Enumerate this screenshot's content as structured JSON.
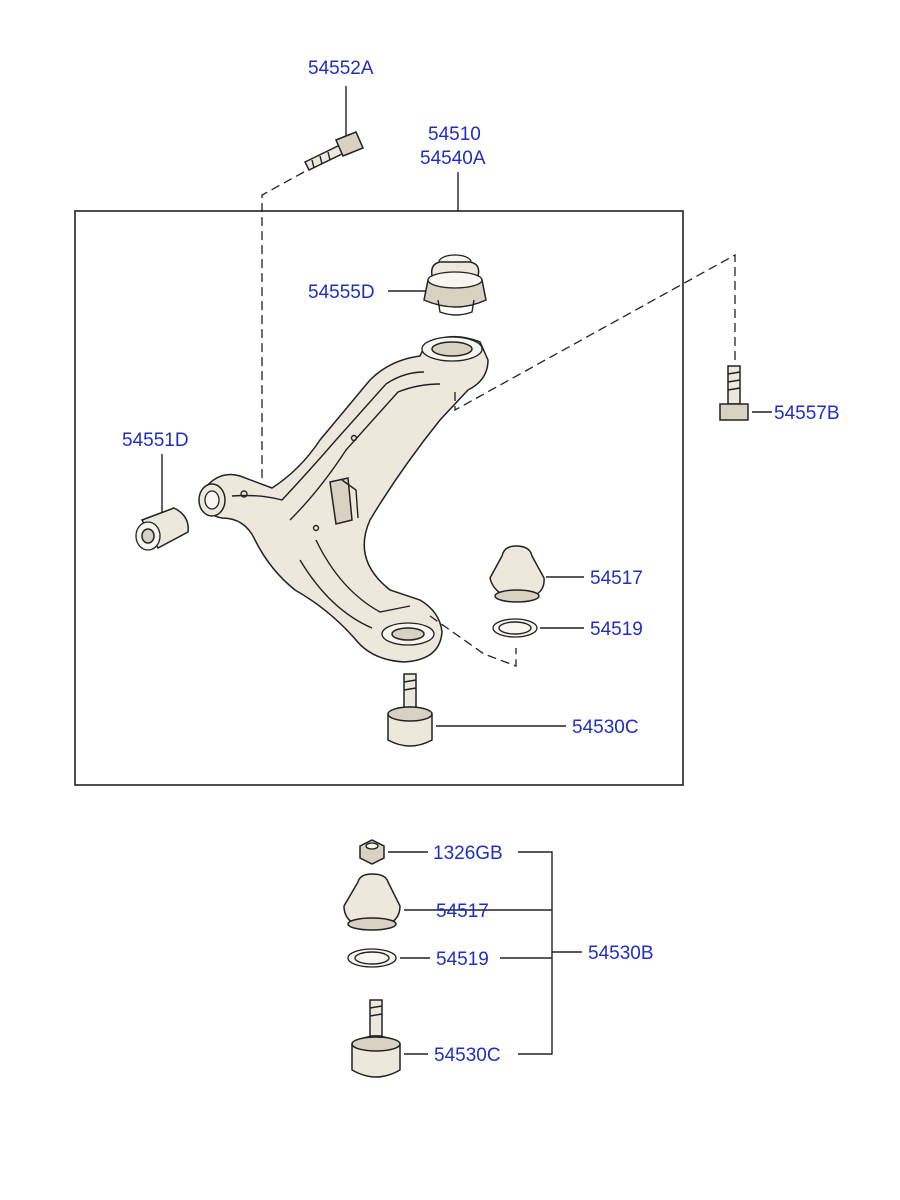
{
  "labels": {
    "top_bolt": "54552A",
    "arm_line1": "54510",
    "arm_line2": "54540A",
    "bushing_rear": "54555D",
    "bolt_right": "54557B",
    "bushing_front": "54551D",
    "dust_cover": "54517",
    "snap_ring": "54519",
    "ball_joint": "54530C",
    "kit_nut": "1326GB",
    "kit_dust_cover": "54517",
    "kit_snap_ring": "54519",
    "kit_ball_joint": "54530C",
    "kit_assembly": "54530B"
  },
  "colors": {
    "label": "#1f2fbf",
    "line": "#222222",
    "part_fill": "#ece8dc"
  }
}
